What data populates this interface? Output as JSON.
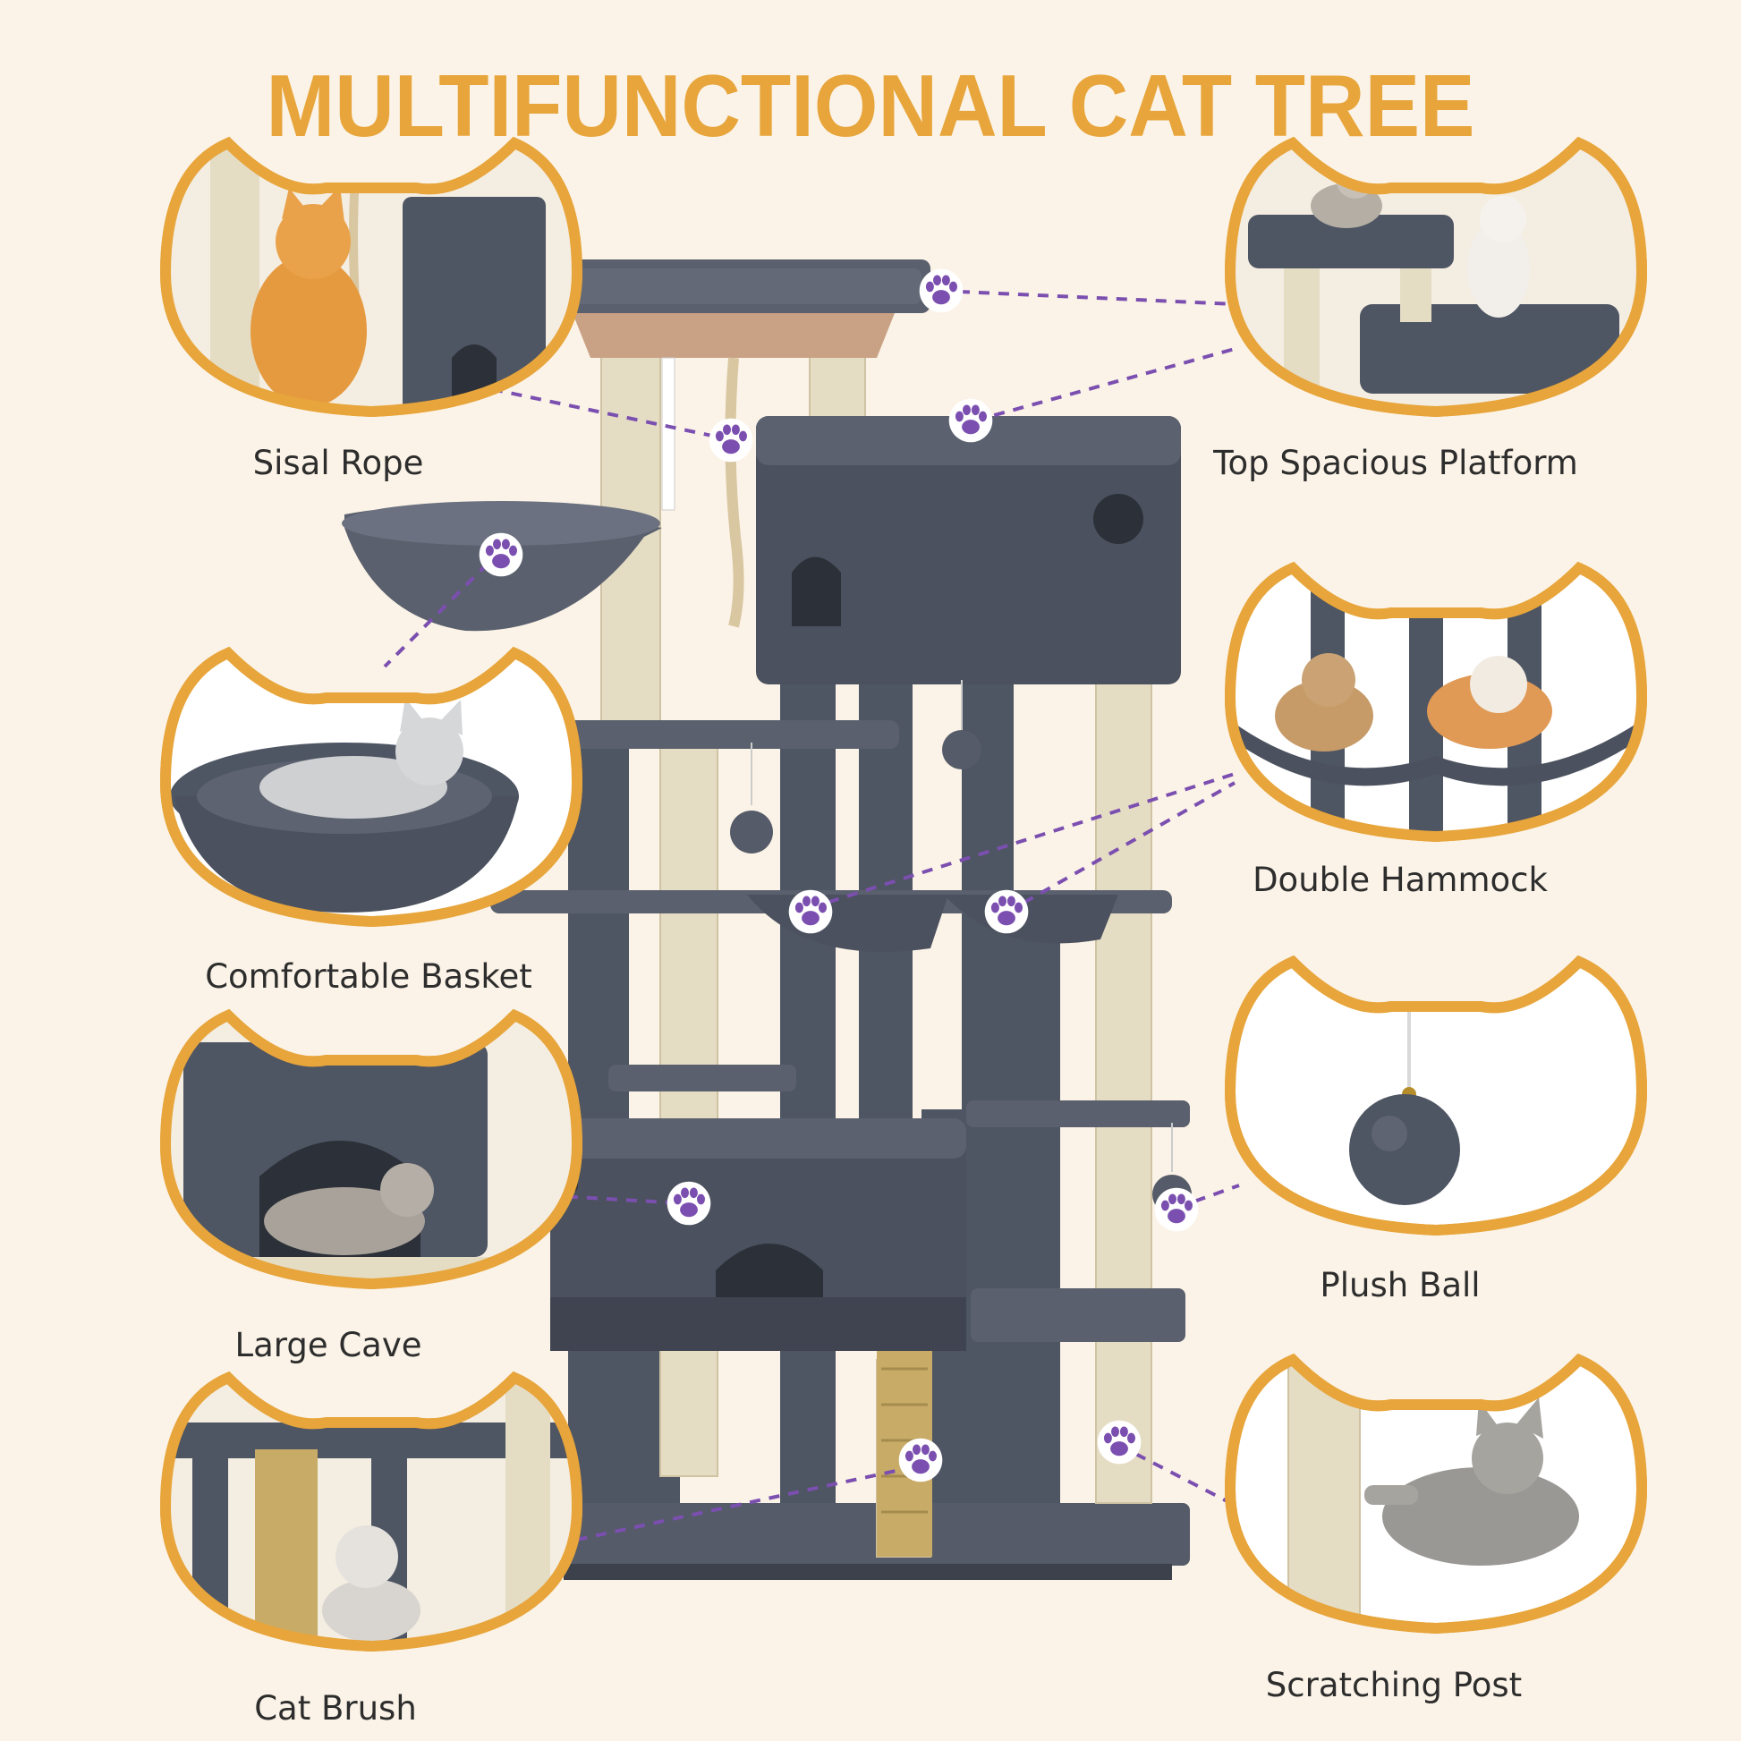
{
  "title": "MULTIFUNCTIONAL CAT TREE",
  "colors": {
    "accent_gold": "#e7a53b",
    "plush_grey": "#4e5563",
    "sisal": "#e5dcc4",
    "paw_purple": "#7b4fb0",
    "background": "#fbf3e7"
  },
  "features": {
    "sisal_rope": "Sisal Rope",
    "top_platform": "Top Spacious Platform",
    "comfortable_basket": "Comfortable Basket",
    "double_hammock": "Double Hammock",
    "large_cave": "Large Cave",
    "plush_ball": "Plush Ball",
    "cat_brush": "Cat Brush",
    "scratching_post": "Scratching Post"
  }
}
